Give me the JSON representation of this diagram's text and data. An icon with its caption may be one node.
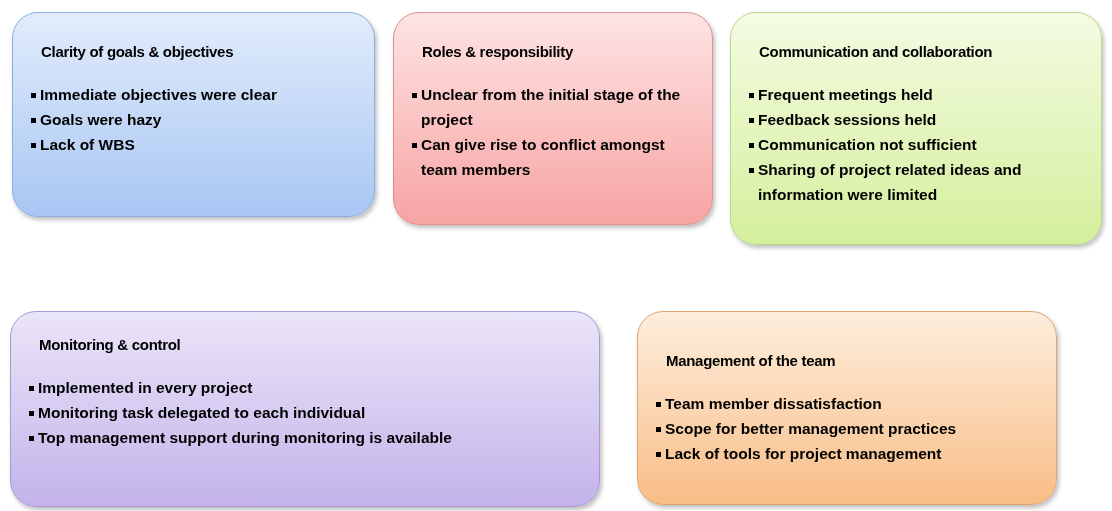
{
  "diagram": {
    "nodes": [
      {
        "text": [
          "Clarity of goals & objectives",
          "Immediate objectives were clear",
          "Goals were hazy",
          "Lack of WBS"
        ]
      },
      {
        "text": [
          "Roles & responsibility",
          "Unclear from the initial stage of the project",
          "Can give rise to conflict amongst team members"
        ]
      },
      {
        "text": [
          "Communication and collaboration",
          "Frequent meetings held",
          "Feedback sessions held",
          "Communication not sufficient",
          "Sharing of project related ideas and information were limited"
        ]
      },
      {
        "text": [
          "Monitoring & control",
          "Implemented in every project",
          "Monitoring task delegated to each individual",
          "Top management support during monitoring is available"
        ]
      },
      {
        "text": [
          "Management of the team",
          "Team member dissatisfaction",
          "Scope for better management practices",
          "Lack of tools for project management"
        ]
      }
    ]
  }
}
